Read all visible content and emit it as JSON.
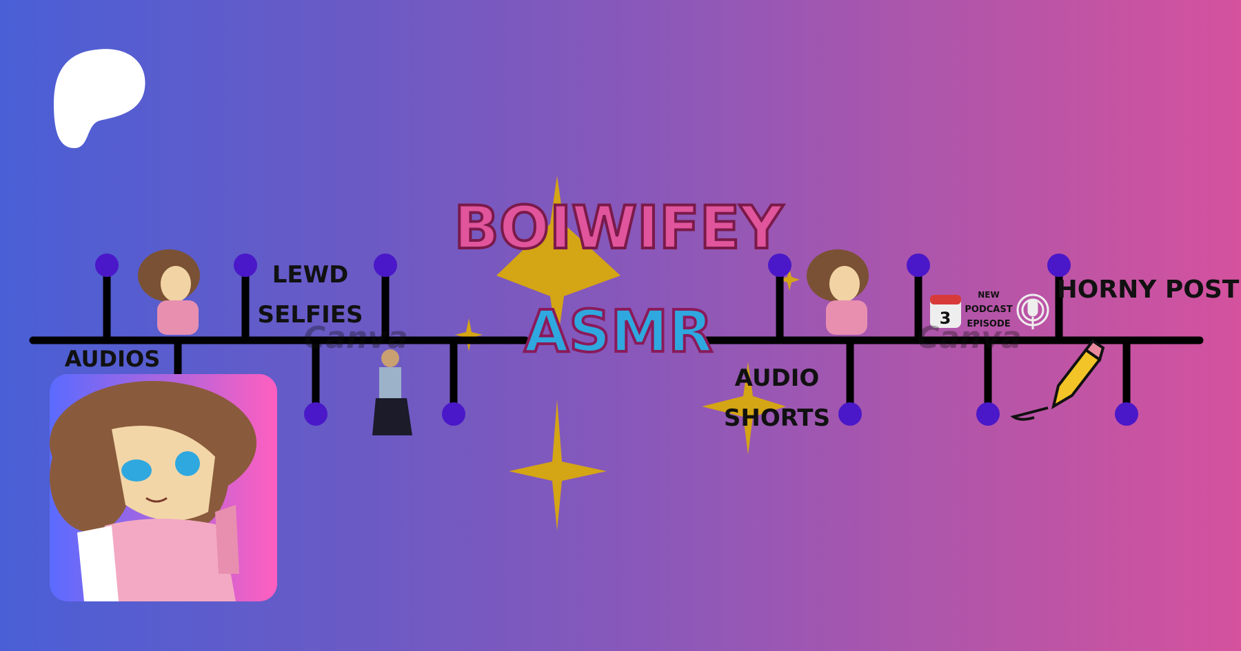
{
  "banner": {
    "title": "BOIWIFEY",
    "subtitle": "ASMR",
    "labels": {
      "audios": "AUDIOS",
      "lewd": "LEWD",
      "selfies": "SELFIES",
      "audio": "AUDIO",
      "shorts": "SHORTS",
      "new": "NEW",
      "podcast": "PODCAST",
      "episode": "EPISODE",
      "horny_post": "HORNY POST",
      "calendar_day": "3"
    },
    "watermark": "Canva"
  },
  "colors": {
    "title_pink": "#e0559c",
    "asmr_blue": "#2fa8df",
    "pin": "#4a18c8",
    "sparkle": "#d4a514"
  }
}
